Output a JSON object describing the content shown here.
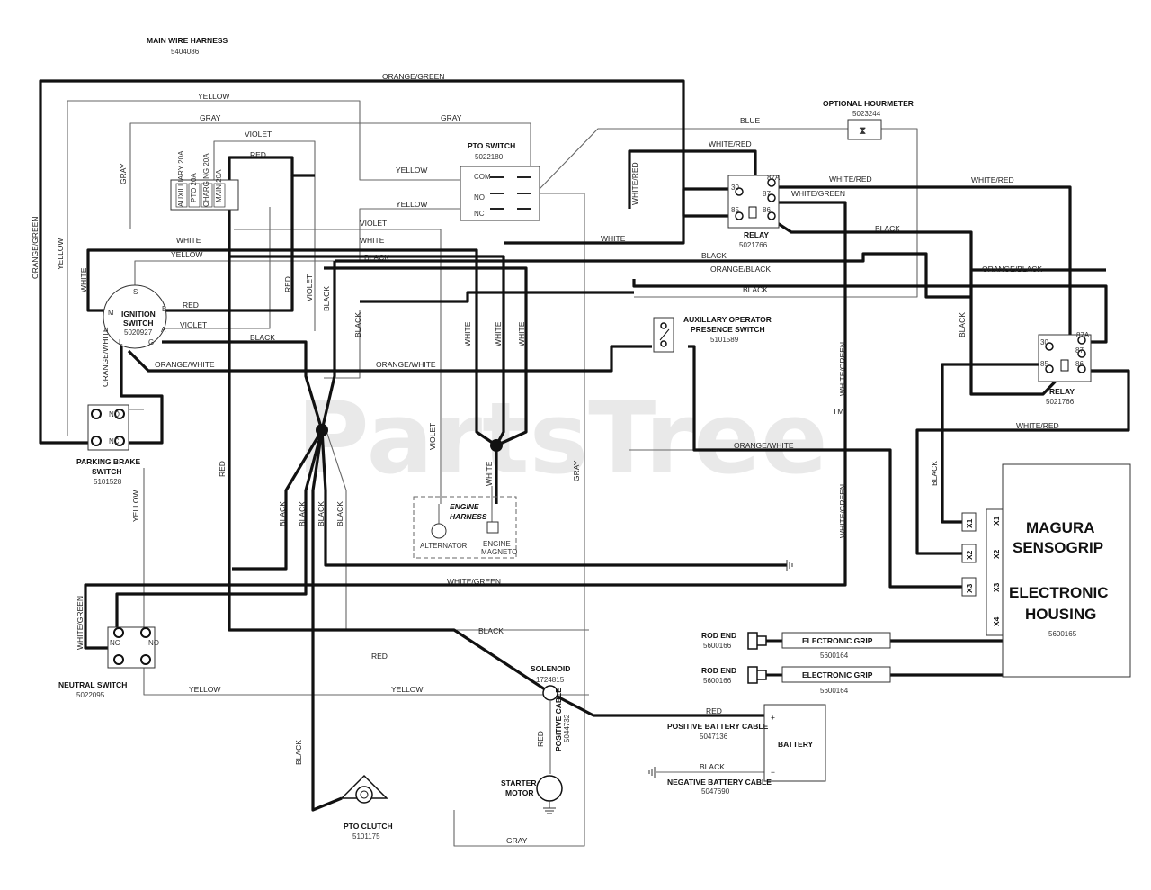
{
  "watermark": "PartsTree",
  "watermark_tm": "TM",
  "harness": {
    "title": "MAIN WIRE HARNESS",
    "part": "5404086"
  },
  "components": {
    "pto_switch": {
      "name": "PTO SWITCH",
      "part": "5022180",
      "terms": [
        "COM",
        "NO",
        "NC"
      ]
    },
    "ignition": {
      "name1": "IGNITION",
      "name2": "SWITCH",
      "part": "5020927",
      "terms": [
        "S",
        "M",
        "B",
        "A",
        "L",
        "G"
      ]
    },
    "parking_brake": {
      "name1": "PARKING BRAKE",
      "name2": "SWITCH",
      "part": "5101528",
      "terms": [
        "NO",
        "NC"
      ]
    },
    "neutral": {
      "name": "NEUTRAL SWITCH",
      "part": "5022095",
      "terms": [
        "NC",
        "NO"
      ]
    },
    "hourmeter": {
      "name": "OPTIONAL HOURMETER",
      "part": "5023244"
    },
    "relay1": {
      "name": "RELAY",
      "part": "5021766",
      "terms": [
        "30",
        "87A",
        "87",
        "85",
        "86"
      ]
    },
    "relay2": {
      "name": "RELAY",
      "part": "5021766",
      "terms": [
        "30",
        "87A",
        "87",
        "85",
        "86"
      ]
    },
    "aux": {
      "name1": "AUXILLARY OPERATOR",
      "name2": "PRESENCE SWITCH",
      "part": "5101589"
    },
    "engine_harness": {
      "name1": "ENGINE",
      "name2": "HARNESS",
      "alternator": "ALTERNATOR",
      "magneto1": "ENGINE",
      "magneto2": "MAGNETO"
    },
    "solenoid": {
      "name": "SOLENOID",
      "part": "1724815"
    },
    "starter": {
      "name1": "STARTER",
      "name2": "MOTOR"
    },
    "pto_clutch": {
      "name": "PTO CLUTCH",
      "part": "5101175"
    },
    "battery": {
      "name": "BATTERY",
      "plus": "+",
      "minus": "−"
    },
    "pos_cable": {
      "name": "POSITIVE BATTERY CABLE",
      "part": "5047136",
      "vert1": "POSITIVE CABLE",
      "vert2": "5044732"
    },
    "neg_cable": {
      "name": "NEGATIVE BATTERY CABLE",
      "part": "5047690"
    },
    "rod_end_1": {
      "name": "ROD END",
      "part": "5600166"
    },
    "rod_end_2": {
      "name": "ROD END",
      "part": "5600166"
    },
    "grip_1": {
      "name": "ELECTRONIC GRIP",
      "part": "5600164"
    },
    "grip_2": {
      "name": "ELECTRONIC GRIP",
      "part": "5600164"
    },
    "magura": {
      "line1": "MAGURA",
      "line2": "SENSOGRIP",
      "line3": "ELECTRONIC",
      "line4": "HOUSING",
      "part": "5600165",
      "ports": [
        "X1",
        "X2",
        "X3",
        "X4"
      ]
    },
    "fuse_block": {
      "fuses": [
        "AUXILLIARY 20A",
        "PTO 20A",
        "CHARGING 20A",
        "MAIN 20A"
      ]
    }
  },
  "wire_labels": {
    "orange_green": "ORANGE/GREEN",
    "yellow": "YELLOW",
    "gray": "GRAY",
    "violet": "VIOLET",
    "red": "RED",
    "white": "WHITE",
    "black": "BLACK",
    "blue": "BLUE",
    "white_red": "WHITE/RED",
    "white_green": "WHITE/GREEN",
    "orange_black": "ORANGE/BLACK",
    "orange_white": "ORANGE/WHITE"
  }
}
